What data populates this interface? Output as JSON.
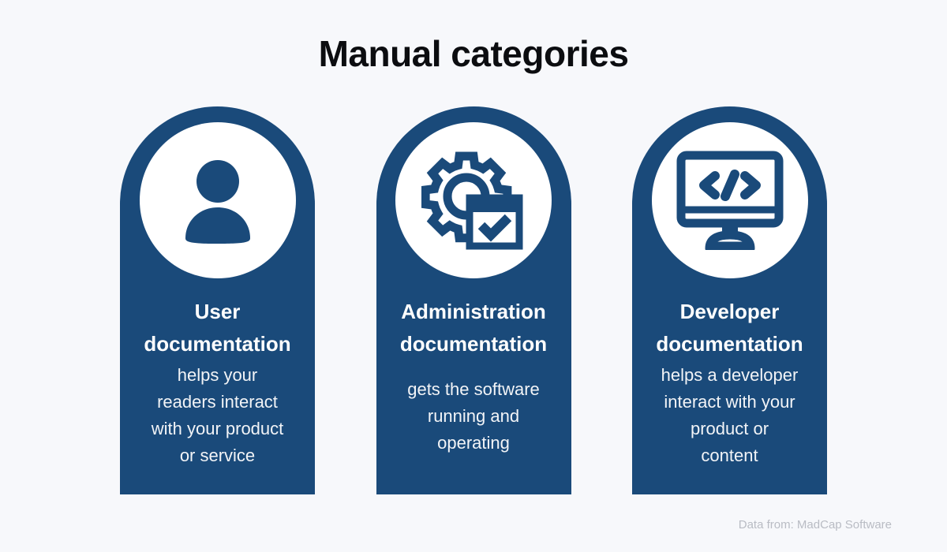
{
  "title": "Manual categories",
  "theme": {
    "background": "#f7f8fb",
    "card_blue": "#1a4a7a",
    "disc_white": "#ffffff",
    "title_color": "#0c0d10",
    "attribution_color": "#b9bcc4"
  },
  "cards": [
    {
      "icon": "user-icon",
      "heading": "User\ndocumentation",
      "description": "helps your\nreaders interact\nwith your product\nor service"
    },
    {
      "icon": "gear-checklist-icon",
      "heading": "Administration\ndocumentation",
      "description": "gets the software\nrunning and\noperating"
    },
    {
      "icon": "monitor-code-icon",
      "heading": "Developer\ndocumentation",
      "description": "helps a developer\ninteract with your\nproduct or\ncontent"
    }
  ],
  "attribution": "Data from: MadCap Software"
}
